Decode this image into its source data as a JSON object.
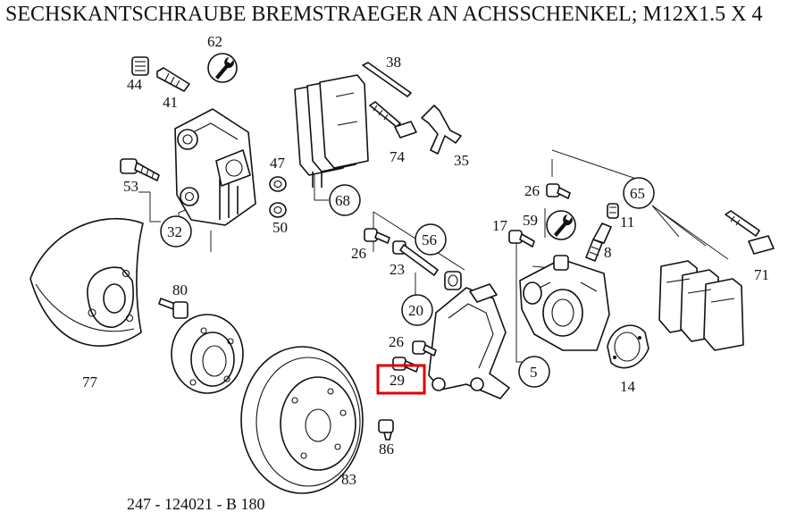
{
  "title": "SECHSKANTSCHRAUBE BREMSTRAEGER AN ACHSSCHENKEL; M12X1.5 X 4",
  "footer_code": "247 - 124021 - B 180",
  "highlight": {
    "label": "29",
    "color": "#e00000"
  },
  "callouts": {
    "c62": "62",
    "c44": "44",
    "c41": "41",
    "c38": "38",
    "c74": "74",
    "c35": "35",
    "c47": "47",
    "c50": "50",
    "c53": "53",
    "c68": "68",
    "c32": "32",
    "c26a": "26",
    "c65": "65",
    "c17": "17",
    "c59": "59",
    "c11": "11",
    "c8": "8",
    "c56": "56",
    "c26b": "26",
    "c23": "23",
    "c80": "80",
    "c71": "71",
    "c20": "20",
    "c26c": "26",
    "c29": "29",
    "c5": "5",
    "c14": "14",
    "c77": "77",
    "c86": "86",
    "c83": "83"
  },
  "icons": {
    "wrench_top": "wrench-icon",
    "wrench_mid": "wrench-icon"
  }
}
